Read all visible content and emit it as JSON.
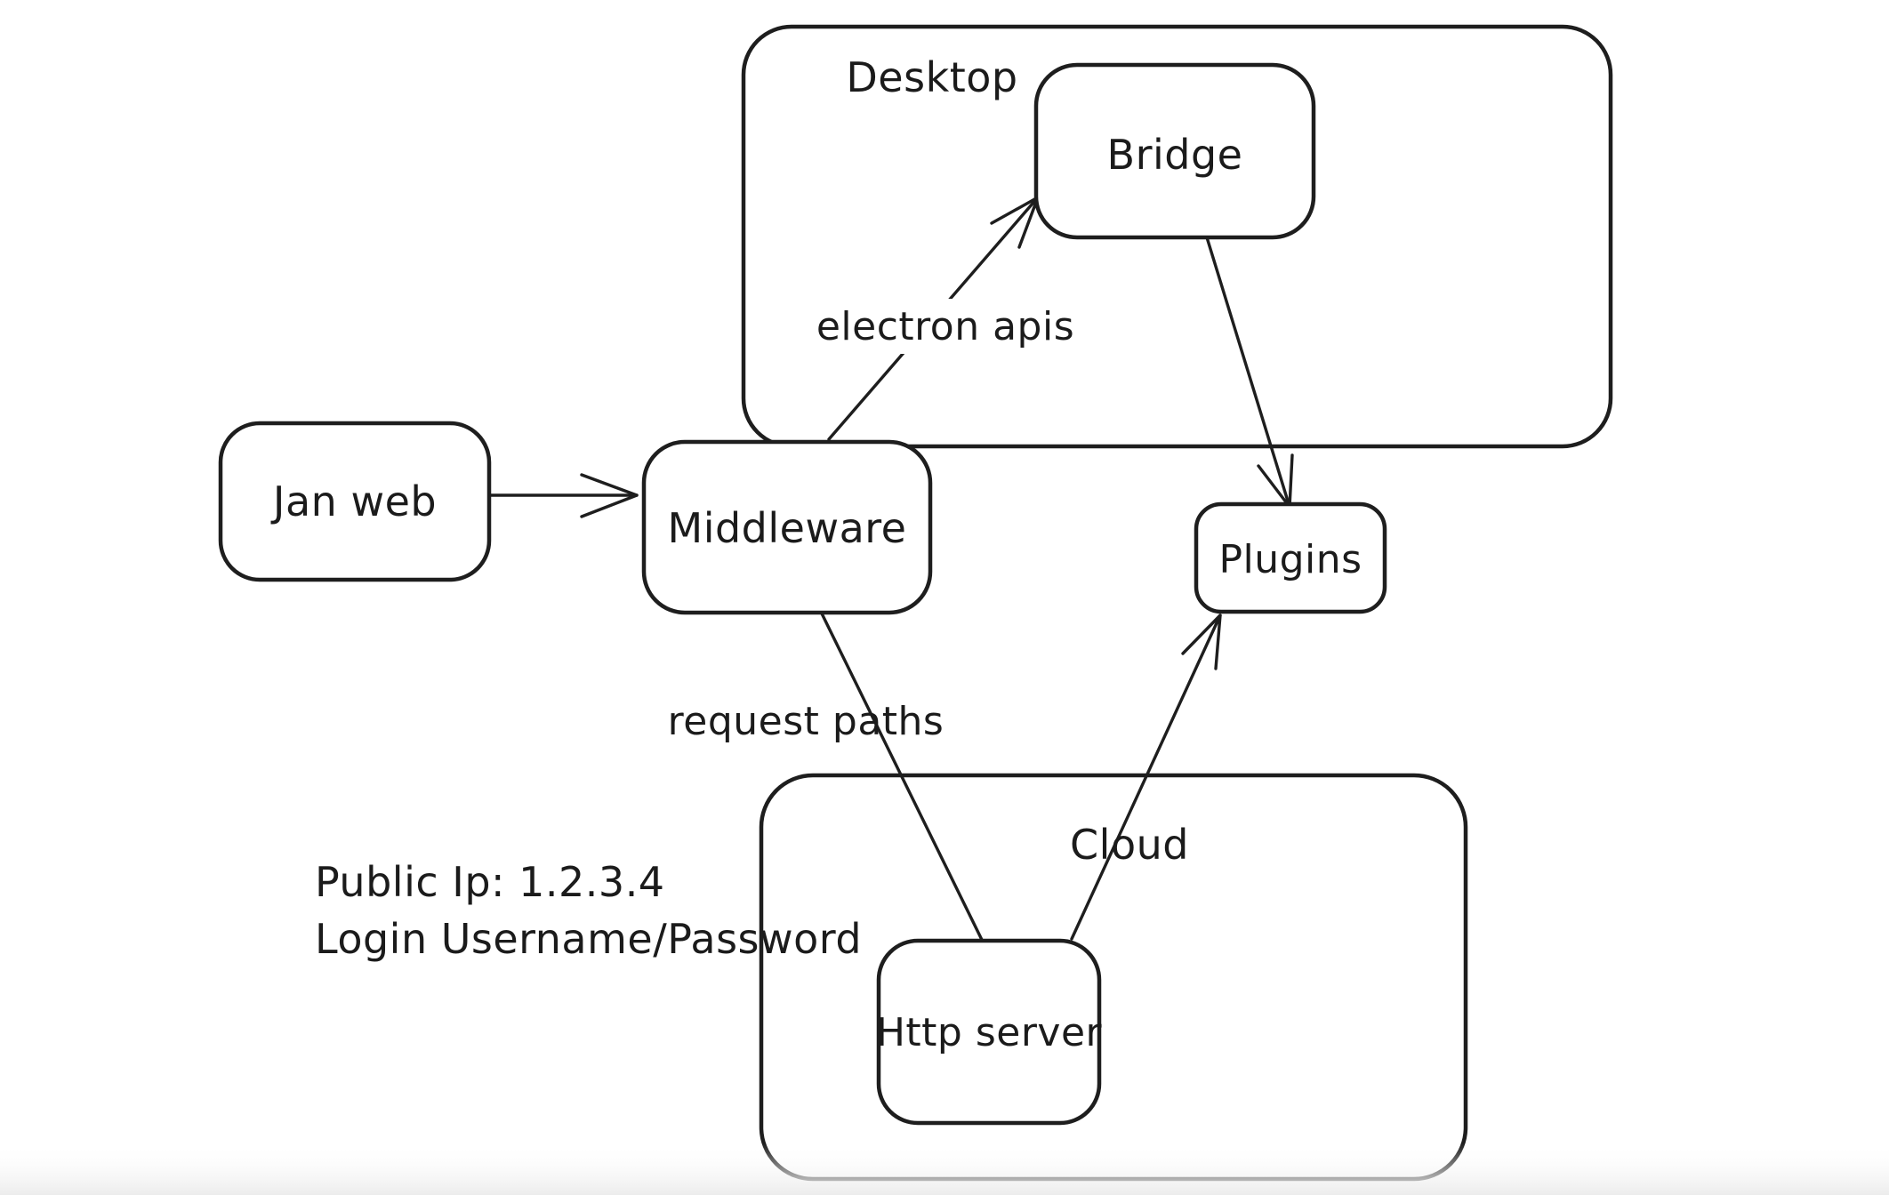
{
  "canvas": {
    "background_color": "#ffffff",
    "stroke_color": "#1e1e1e",
    "text_color": "#1b1b1b",
    "bottom_fade_color": "#ececec"
  },
  "containers": {
    "desktop": {
      "label": "Desktop"
    },
    "cloud": {
      "label": "Cloud"
    }
  },
  "nodes": {
    "jan_web": {
      "label": "Jan web"
    },
    "middleware": {
      "label": "Middleware"
    },
    "bridge": {
      "label": "Bridge"
    },
    "plugins": {
      "label": "Plugins"
    },
    "http_server": {
      "label": "Http server"
    }
  },
  "edges": {
    "middleware_to_bridge": {
      "label": "electron apis"
    },
    "middleware_to_http_server": {
      "label": "request paths"
    }
  },
  "annotations": {
    "public_ip": "Public Ip: 1.2.3.4",
    "login": "Login Username/Password"
  }
}
